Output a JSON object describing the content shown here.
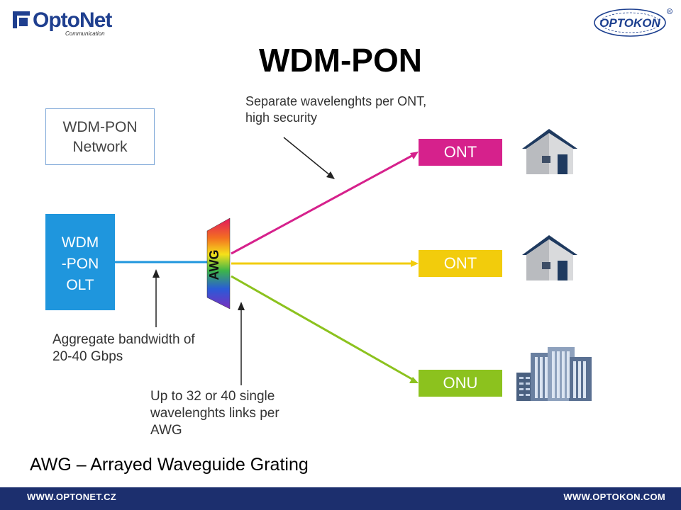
{
  "header": {
    "title": "WDM-PON",
    "logo_left_name": "OptoNet",
    "logo_left_sub": "Communication",
    "logo_right_name": "OPTOKON"
  },
  "diagram": {
    "network_label_line1": "WDM-PON",
    "network_label_line2": "Network",
    "olt_line1": "WDM",
    "olt_line2": "-PON",
    "olt_line3": "OLT",
    "awg_label": "AWG",
    "destinations": [
      {
        "label": "ONT",
        "color": "#d6218c",
        "icon": "house-icon"
      },
      {
        "label": "ONT",
        "color": "#f2cc0c",
        "icon": "house-icon"
      },
      {
        "label": "ONU",
        "color": "#8cc21e",
        "icon": "building-icon"
      }
    ],
    "note_security_line1": "Separate wavelenghts per ONT,",
    "note_security_line2": "high security",
    "note_bandwidth_line1": "Aggregate bandwidth of",
    "note_bandwidth_line2": "20-40 Gbps",
    "note_links_line1": "Up to 32 or 40 single",
    "note_links_line2": "wavelenghts links per",
    "note_links_line3": "AWG"
  },
  "caption": "AWG – Arrayed Waveguide Grating",
  "footer": {
    "left": "WWW.OPTONET.CZ",
    "right": "WWW.OPTOKON.COM"
  },
  "colors": {
    "olt_blue": "#1f96dd",
    "footer_navy": "#1c2f6e",
    "house_navy": "#1f3a5f"
  }
}
